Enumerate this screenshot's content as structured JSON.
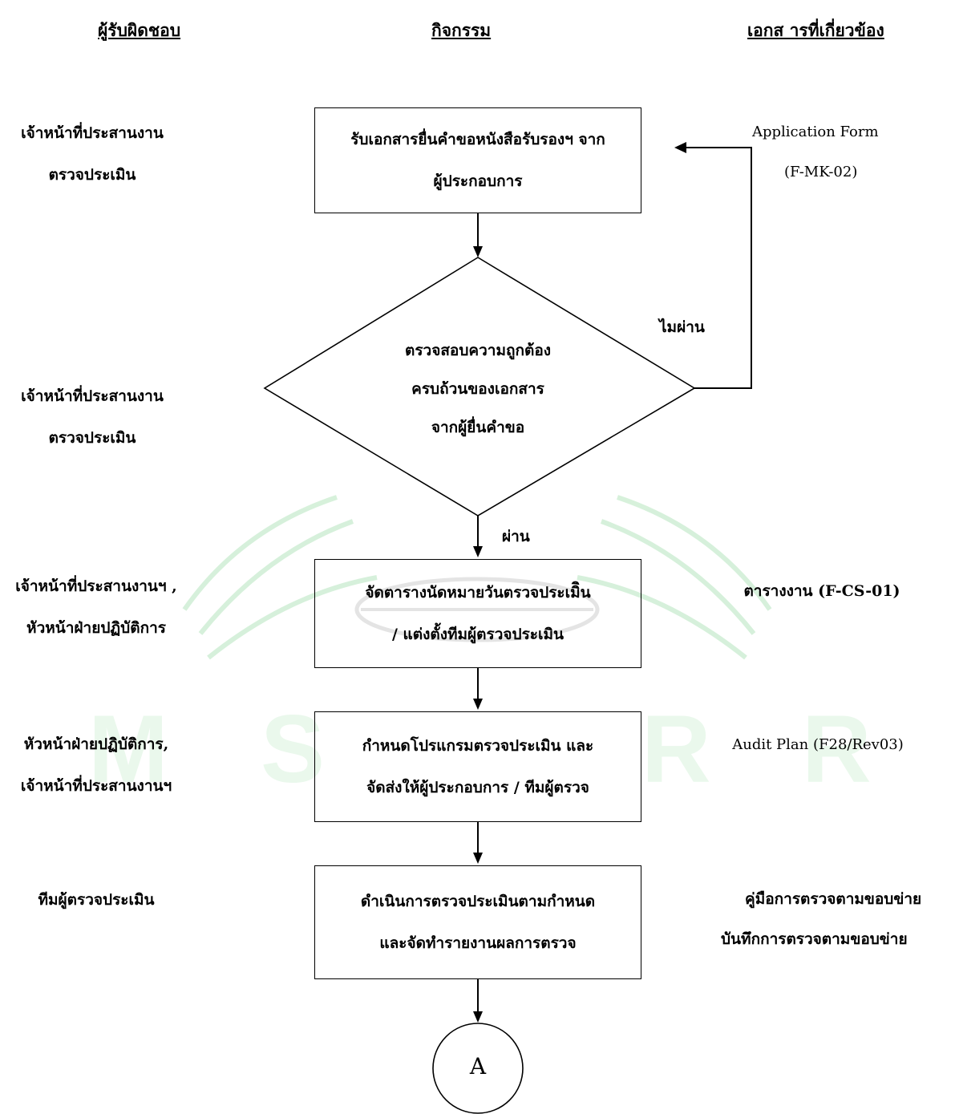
{
  "headers": {
    "responsible": "ผู้รับผิดชอบ",
    "activity": "กิจกรรม",
    "documents": "เอกส ารที่เกี่ยวข้อง"
  },
  "rows": [
    {
      "role": [
        "เจ้าหน้าที่ประสานงาน",
        "ตรวจประเมิน"
      ],
      "activity": [
        "รับเอกสารยื่นคำขอหนังสือรับรองฯ จาก",
        "ผู้ประกอบการ"
      ],
      "documents": [
        "Application Form",
        "(F-MK-02)"
      ]
    },
    {
      "role": [
        "เจ้าหน้าที่ประสานงาน",
        "ตรวจประเมิน"
      ],
      "activity": [
        "ตรวจสอบความถูกต้อง",
        "ครบถ้วนของเอกสาร",
        "จากผู้ยื่นคำขอ"
      ],
      "documents": []
    },
    {
      "role": [
        "เจ้าหน้าที่ประสานงานฯ ,",
        "หัวหน้าฝ่ายปฏิบัติการ"
      ],
      "activity": [
        "จัดตารางนัดหมายวันตรวจประเมิิน",
        "/ แต่งตั้งทีมผู้ตรวจประเมิน"
      ],
      "documents": [
        "ตารางงาน (F-CS-01)"
      ]
    },
    {
      "role": [
        "หัวหน้าฝ่ายปฏิบัติการ,",
        "เจ้าหน้าที่ประสานงานฯ"
      ],
      "activity": [
        "กำหนดโปรแกรมตรวจประเมิน และ",
        "จัดส่งให้ผู้ประกอบการ / ทีมผู้ตรวจ"
      ],
      "documents": [
        "Audit Plan (F28/Rev03)"
      ]
    },
    {
      "role": [
        "ทีมผู้ตรวจประเมิน"
      ],
      "activity": [
        "ดำเนินการตรวจประเมินตามกำหนด",
        "และจัดทำรายงานผลการตรวจ"
      ],
      "documents": [
        "คู่มือการตรวจตามขอบข่าย",
        "บันทึกการตรวจตามขอบข่าย"
      ]
    }
  ],
  "decision": {
    "fail_label": "ไมผ่าน",
    "pass_label": "ผ่าน"
  },
  "connector": {
    "label": "A"
  },
  "colors": {
    "watermark": "#7fdc8f",
    "line": "#000000"
  }
}
